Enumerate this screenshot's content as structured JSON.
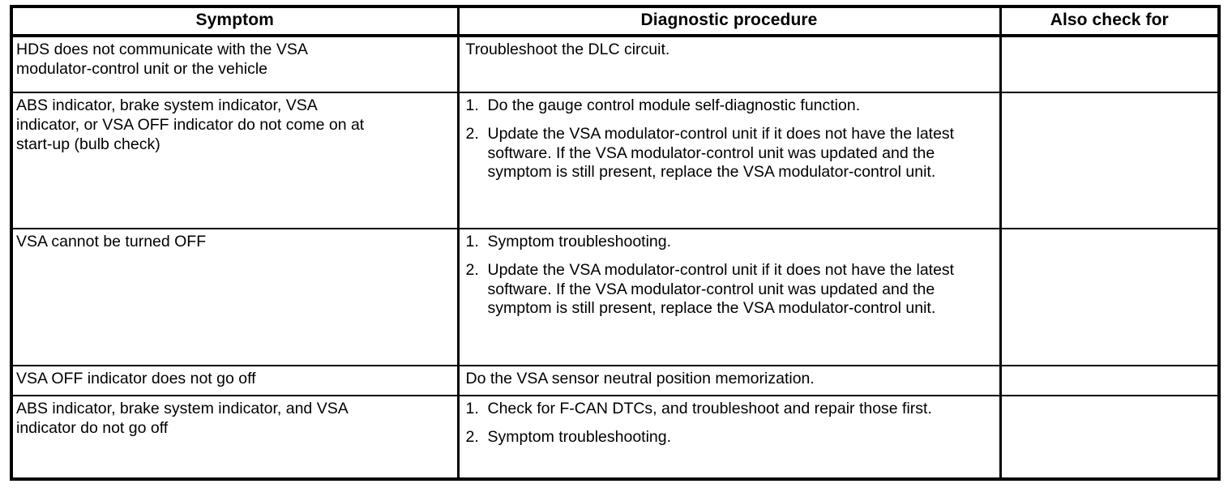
{
  "document": {
    "type": "service-manual-troubleshooting-table"
  },
  "table": {
    "headers": {
      "symptom": "Symptom",
      "procedure": "Diagnostic procedure",
      "also_check": "Also check for"
    },
    "rows": [
      {
        "symptom": "HDS does not communicate with the VSA\nmodulator-control unit or the vehicle",
        "procedure_type": "plain",
        "procedure_text": "Troubleshoot the DLC circuit.",
        "also_check": ""
      },
      {
        "symptom": "ABS indicator, brake system indicator, VSA\nindicator, or VSA OFF indicator do not come on at\nstart-up (bulb check)",
        "procedure_type": "steps",
        "steps": [
          {
            "num": "1.",
            "text": "Do the gauge control module self-diagnostic function."
          },
          {
            "num": "2.",
            "text": "Update the VSA modulator-control unit if it does not have the latest software. If the VSA modulator-control unit was updated and the symptom is still present, replace the VSA modulator-control unit."
          }
        ],
        "also_check": ""
      },
      {
        "symptom": "VSA cannot be turned OFF",
        "procedure_type": "steps",
        "steps": [
          {
            "num": "1.",
            "text": "Symptom troubleshooting."
          },
          {
            "num": "2.",
            "text": "Update the VSA modulator-control unit if it does not have the latest software. If the VSA modulator-control unit was updated and the symptom is still present, replace the VSA modulator-control unit."
          }
        ],
        "also_check": ""
      },
      {
        "symptom": "VSA OFF indicator does not go off",
        "procedure_type": "plain",
        "procedure_text": "Do the VSA sensor neutral position memorization.",
        "also_check": ""
      },
      {
        "symptom": "ABS indicator, brake system indicator, and VSA\nindicator do not go off",
        "procedure_type": "steps",
        "steps": [
          {
            "num": "1.",
            "text": "Check for F-CAN DTCs, and troubleshoot and repair those first."
          },
          {
            "num": "2.",
            "text": "Symptom troubleshooting."
          }
        ],
        "also_check": ""
      }
    ]
  },
  "colors": {
    "border": "#000000",
    "text": "#000000",
    "background": "#ffffff"
  }
}
